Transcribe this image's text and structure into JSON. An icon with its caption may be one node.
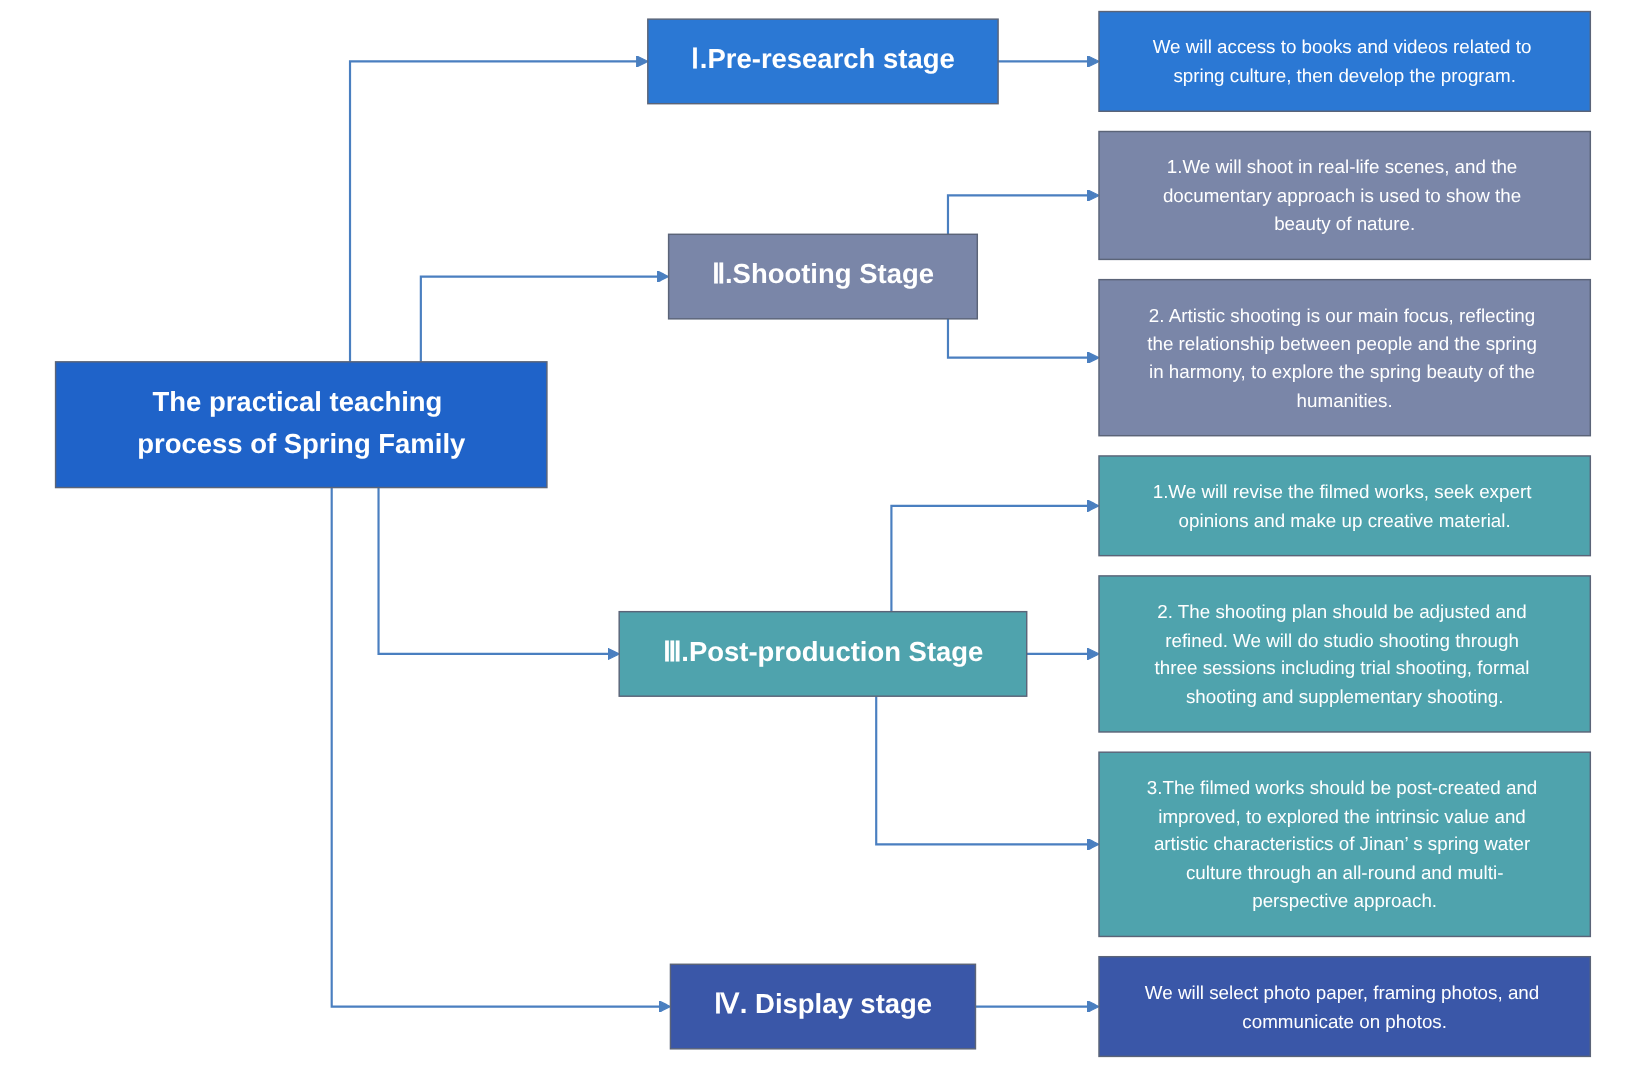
{
  "diagram": {
    "nodes": [
      {
        "text": [
          "The practical teaching process of Spring Family"
        ]
      },
      {
        "text": [
          "Ⅰ.Pre-research stage"
        ]
      },
      {
        "text": [
          "We will access to books and videos related to spring culture, then develop the program."
        ]
      },
      {
        "text": [
          "Ⅱ.Shooting Stage"
        ]
      },
      {
        "text": [
          "1.We will shoot in real-life scenes, and the documentary approach is used to show the beauty of nature."
        ]
      },
      {
        "text": [
          "2. Artistic shooting is our main focus, reflecting the relationship between people and the spring in harmony, to explore the spring beauty of the humanities."
        ]
      },
      {
        "text": [
          "Ⅲ.Post-production Stage"
        ]
      },
      {
        "text": [
          "1.We will revise the filmed works, seek expert opinions and make up creative material."
        ]
      },
      {
        "text": [
          "2. The shooting plan should be adjusted and refined. We will do studio shooting through three sessions including trial shooting, formal shooting and supplementary shooting."
        ]
      },
      {
        "text": [
          "3.The filmed works should be post-created and improved, to explored the intrinsic value and artistic characteristics of Jinan’ s spring water culture through an all-round and multi-perspective approach."
        ]
      },
      {
        "text": [
          "Ⅳ. Display stage"
        ]
      },
      {
        "text": [
          "We will select photo paper, framing photos, and communicate on photos."
        ]
      }
    ],
    "edges": [
      {
        "from": 0,
        "to": 1,
        "arrow": "to"
      },
      {
        "from": 0,
        "to": 3,
        "arrow": "to"
      },
      {
        "from": 0,
        "to": 6,
        "arrow": "to"
      },
      {
        "from": 0,
        "to": 10,
        "arrow": "to"
      },
      {
        "from": 1,
        "to": 2,
        "arrow": "to"
      },
      {
        "from": 3,
        "to": 4,
        "arrow": "to"
      },
      {
        "from": 3,
        "to": 5,
        "arrow": "to"
      },
      {
        "from": 6,
        "to": 7,
        "arrow": "to"
      },
      {
        "from": 6,
        "to": 8,
        "arrow": "to"
      },
      {
        "from": 6,
        "to": 9,
        "arrow": "to"
      },
      {
        "from": 10,
        "to": 11,
        "arrow": "to"
      }
    ]
  }
}
